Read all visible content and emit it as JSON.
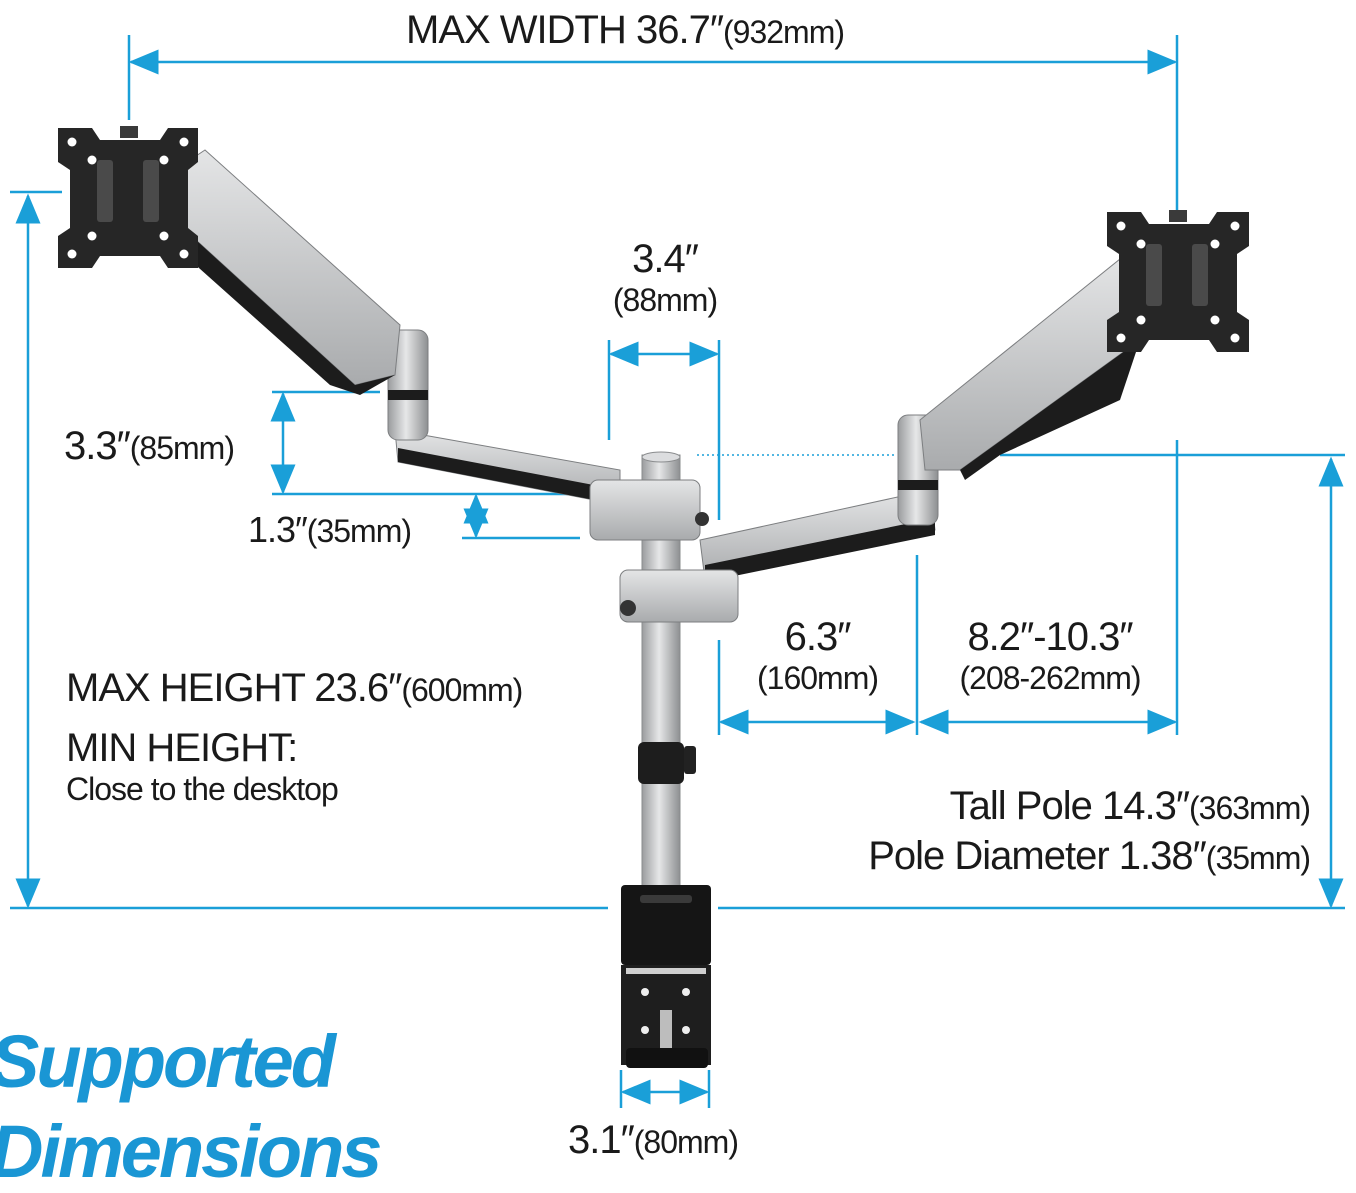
{
  "colors": {
    "accent": "#1a9fd8",
    "title": "#1a96d4",
    "text": "#1a1a1a",
    "metal": "#c4c6c8",
    "plate": "#262626"
  },
  "dimensions": {
    "max_width": {
      "main": "MAX WIDTH  36.7″",
      "sub": "(932mm)"
    },
    "gap_top": {
      "main": "3.4″",
      "sub": "(88mm)"
    },
    "arm_rise": {
      "main": "3.3″",
      "sub": "(85mm)"
    },
    "arm_offset": {
      "main": "1.3″",
      "sub": "(35mm)"
    },
    "arm_1": {
      "main": "6.3″",
      "sub": "(160mm)"
    },
    "arm_2": {
      "main": "8.2″-10.3″",
      "sub": "(208-262mm)"
    },
    "max_height": {
      "main": "MAX HEIGHT 23.6″",
      "sub": "(600mm)"
    },
    "min_height": {
      "main": "MIN HEIGHT:",
      "sub": "Close to the desktop"
    },
    "pole_tall": {
      "main": "Tall Pole 14.3″",
      "sub": "(363mm)"
    },
    "pole_diam": {
      "main": "Pole Diameter 1.38″",
      "sub": "(35mm)"
    },
    "clamp": {
      "main": "3.1″",
      "sub": "(80mm)"
    }
  },
  "title": {
    "line1": "Supported",
    "line2": "Dimensions"
  }
}
